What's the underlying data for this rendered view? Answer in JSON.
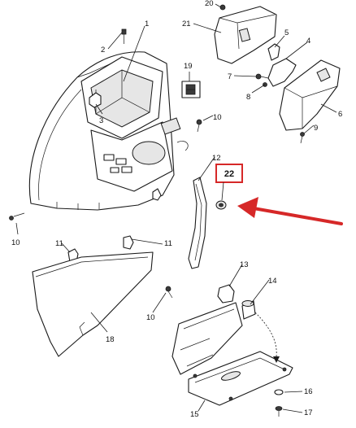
{
  "colors": {
    "highlight": "#d62828",
    "line": "#1a1a1a"
  },
  "highlight": {
    "label": "22"
  },
  "callouts": [
    {
      "key": "c20",
      "label": "20"
    },
    {
      "key": "c1",
      "label": "1"
    },
    {
      "key": "c21",
      "label": "21"
    },
    {
      "key": "c2",
      "label": "2"
    },
    {
      "key": "c5",
      "label": "5"
    },
    {
      "key": "c4",
      "label": "4"
    },
    {
      "key": "c19",
      "label": "19"
    },
    {
      "key": "c7",
      "label": "7"
    },
    {
      "key": "c8",
      "label": "8"
    },
    {
      "key": "c6",
      "label": "6"
    },
    {
      "key": "c3",
      "label": "3"
    },
    {
      "key": "c10a",
      "label": "10"
    },
    {
      "key": "c9",
      "label": "9"
    },
    {
      "key": "c12",
      "label": "12"
    },
    {
      "key": "c10b",
      "label": "10"
    },
    {
      "key": "c11a",
      "label": "11"
    },
    {
      "key": "c11b",
      "label": "11"
    },
    {
      "key": "c13",
      "label": "13"
    },
    {
      "key": "c14",
      "label": "14"
    },
    {
      "key": "c10c",
      "label": "10"
    },
    {
      "key": "c18",
      "label": "18"
    },
    {
      "key": "c16",
      "label": "16"
    },
    {
      "key": "c15",
      "label": "15"
    },
    {
      "key": "c17",
      "label": "17"
    }
  ]
}
